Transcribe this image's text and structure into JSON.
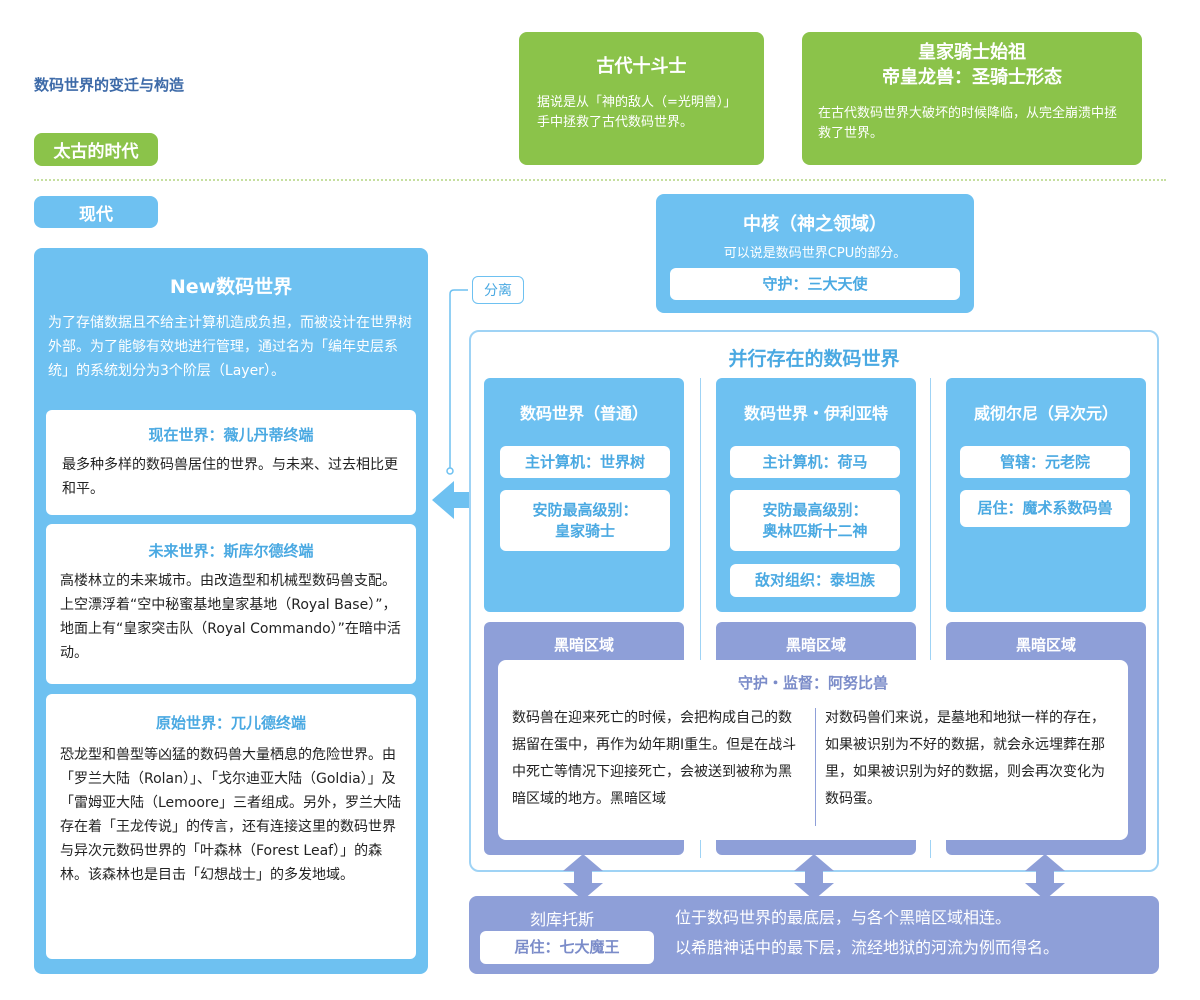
{
  "title": "数码世界的变迁与构造",
  "eras": {
    "ancient": "太古的时代",
    "present": "现代"
  },
  "ancient_cards": [
    {
      "title": "古代十斗士",
      "text": "据说是从「神的敌人（=光明兽）」手中拯救了古代数码世界。"
    },
    {
      "title_line1": "皇家骑士始祖",
      "title_line2": "帝皇龙兽：圣骑士形态",
      "text": "在古代数码世界大破坏的时候降临，从完全崩溃中拯救了世界。"
    }
  ],
  "core": {
    "title": "中核（神之领域）",
    "desc": "可以说是数码世界CPU的部分。",
    "guard": "守护：三大天使"
  },
  "separation_label": "分离",
  "new_world": {
    "title": "New数码世界",
    "desc": "为了存储数据且不给主计算机造成负担，而被设计在世界树外部。为了能够有效地进行管理，通过名为「编年史层系统」的系统划分为3个阶层（Layer）。",
    "layers": [
      {
        "title": "现在世界：薇儿丹蒂终端",
        "text": "最多种多样的数码兽居住的世界。与未来、过去相比更和平。"
      },
      {
        "title": "未来世界：斯库尔德终端",
        "text": "高楼林立的未来城市。由改造型和机械型数码兽支配。上空漂浮着“空中秘蜜基地皇家基地（Royal Base）”，地面上有“皇家突击队（Royal Commando）”在暗中活动。"
      },
      {
        "title": "原始世界：兀儿德终端",
        "text": "恐龙型和兽型等凶猛的数码兽大量栖息的危险世界。由「罗兰大陆（Rolan）」、「戈尔迪亚大陆（Goldia）」及「雷姆亚大陆（Lemoore」三者组成。另外，罗兰大陆存在着「王龙传说」的传言，还有连接这里的数码世界与异次元数码世界的「叶森林（Forest Leaf）」的森林。该森林也是目击「幻想战士」的多发地域。"
      }
    ]
  },
  "parallel": {
    "title": "并行存在的数码世界",
    "worlds": [
      {
        "title": "数码世界（普通）",
        "items": [
          "主计算机：世界树",
          "安防最高级别：\n皇家骑士"
        ]
      },
      {
        "title": "数码世界・伊利亚特",
        "items": [
          "主计算机：荷马",
          "安防最高级别：\n奥林匹斯十二神",
          "敌对组织：泰坦族"
        ]
      },
      {
        "title": "威彻尔尼（异次元）",
        "items": [
          "管辖：元老院",
          "居住：魔术系数码兽"
        ]
      }
    ],
    "dark_label": "黑暗区域",
    "dark_info": {
      "heading": "守护・监督：阿努比兽",
      "left": "数码兽在迎来死亡的时候，会把构成自己的数据留在蛋中，再作为幼年期Ⅰ重生。但是在战斗中死亡等情况下迎接死亡，会被送到被称为黑暗区域的地方。黑暗区域",
      "right": "对数码兽们来说，是墓地和地狱一样的存在，如果被识别为不好的数据，就会永远埋葬在那里，如果被识别为好的数据，则会再次变化为数码蛋。"
    }
  },
  "kurt": {
    "title": "刻库托斯",
    "resident": "居住：七大魔王",
    "line1": "位于数码世界的最底层，与各个黑暗区域相连。",
    "line2": "以希腊神话中的最下层，流经地狱的河流为例而得名。"
  },
  "colors": {
    "green": "#8bc34a",
    "sky_blue": "#6ec1f1",
    "lavender": "#8e9fd8",
    "title_blue": "#3d6aa8"
  },
  "icons": [
    "left-arrow-icon",
    "double-arrow-icon"
  ]
}
